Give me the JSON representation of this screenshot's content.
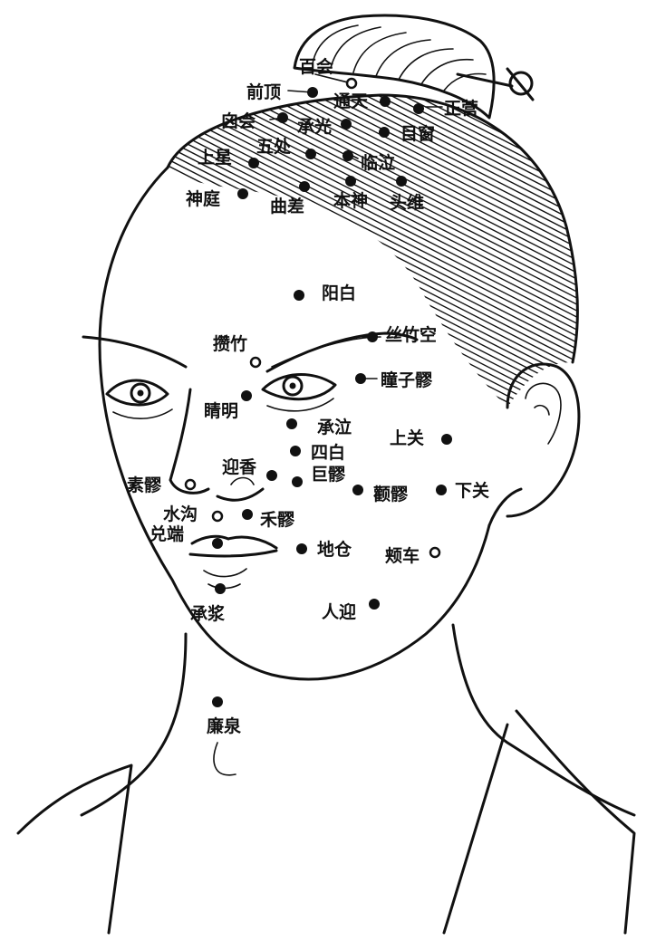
{
  "colors": {
    "ink": "#111111",
    "paper": "#ffffff"
  },
  "points": [
    {
      "id": "baihui",
      "label": "百会"
    },
    {
      "id": "qianding",
      "label": "前顶"
    },
    {
      "id": "tongtian",
      "label": "通天"
    },
    {
      "id": "zhengying",
      "label": "正营"
    },
    {
      "id": "xinhui",
      "label": "囟会"
    },
    {
      "id": "chengguang",
      "label": "承光"
    },
    {
      "id": "muchuang",
      "label": "目窗"
    },
    {
      "id": "wuchu",
      "label": "五处"
    },
    {
      "id": "linqi",
      "label": "临泣"
    },
    {
      "id": "shangxing",
      "label": "上星"
    },
    {
      "id": "shenting",
      "label": "神庭"
    },
    {
      "id": "qucha",
      "label": "曲差"
    },
    {
      "id": "benshen",
      "label": "本神"
    },
    {
      "id": "touwei",
      "label": "头维"
    },
    {
      "id": "yangbai",
      "label": "阳白"
    },
    {
      "id": "cuanzhu",
      "label": "攒竹"
    },
    {
      "id": "sizhukong",
      "label": "丝竹空"
    },
    {
      "id": "tongziliao",
      "label": "瞳子髎"
    },
    {
      "id": "jingming",
      "label": "睛明"
    },
    {
      "id": "chengqi",
      "label": "承泣"
    },
    {
      "id": "sibai",
      "label": "四白"
    },
    {
      "id": "shangguan",
      "label": "上关"
    },
    {
      "id": "yingxiang",
      "label": "迎香"
    },
    {
      "id": "juliao",
      "label": "巨髎"
    },
    {
      "id": "suliao",
      "label": "素髎"
    },
    {
      "id": "quanliao",
      "label": "颧髎"
    },
    {
      "id": "xiaguan",
      "label": "下关"
    },
    {
      "id": "shuigou",
      "label": "水沟"
    },
    {
      "id": "heliao",
      "label": "禾髎"
    },
    {
      "id": "duiduan",
      "label": "兑端"
    },
    {
      "id": "dicang",
      "label": "地仓"
    },
    {
      "id": "jiache",
      "label": "颊车"
    },
    {
      "id": "chengjiang",
      "label": "承浆"
    },
    {
      "id": "renying",
      "label": "人迎"
    },
    {
      "id": "lianquan",
      "label": "廉泉"
    }
  ]
}
